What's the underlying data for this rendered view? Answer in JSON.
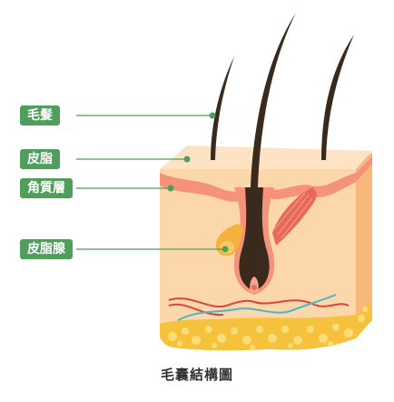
{
  "labels": {
    "hair": "毛髮",
    "sebum": "皮脂",
    "stratum_corneum": "角質層",
    "sebaceous_gland": "皮脂腺"
  },
  "caption": "毛囊結構圖",
  "colors": {
    "label_bg": "#4f9e5b",
    "leader_line": "#4f9e5b",
    "skin_top": "#fbd5b0",
    "skin_side": "#fcc88f",
    "dermis": "#fbd8ad",
    "stratum_band": "#f4937a",
    "hair": "#3a2a1e",
    "fat": "#f6c23d",
    "muscle": "#e8695a",
    "gland": "#f5b13c",
    "vessel_red": "#d9453c",
    "vessel_blue": "#4fb5c9"
  }
}
